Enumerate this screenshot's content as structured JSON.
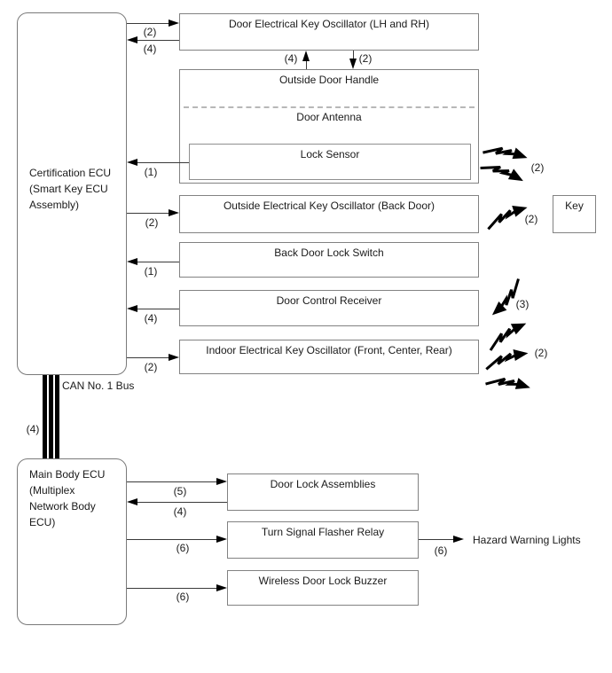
{
  "boxes": {
    "cert_ecu": "Certification ECU\n(Smart Key ECU\nAssembly)",
    "main_ecu": "Main Body ECU\n(Multiplex\nNetwork Body\nECU)",
    "door_key_oscillator": "Door Electrical Key Oscillator (LH and RH)",
    "outside_door_handle": "Outside Door Handle",
    "door_antenna": "Door Antenna",
    "lock_sensor": "Lock Sensor",
    "outside_key_oscillator_back": "Outside Electrical Key Oscillator (Back Door)",
    "back_door_lock_switch": "Back Door Lock Switch",
    "door_control_receiver": "Door Control Receiver",
    "indoor_key_oscillator": "Indoor Electrical Key Oscillator (Front, Center, Rear)",
    "key": "Key",
    "door_lock_assemblies": "Door Lock Assemblies",
    "turn_signal_flasher_relay": "Turn Signal Flasher Relay",
    "wireless_door_lock_buzzer": "Wireless Door Lock Buzzer"
  },
  "signals": {
    "door_osc_out": "(2)",
    "door_osc_in": "(4)",
    "handle_up": "(4)",
    "handle_down": "(2)",
    "lock_sensor_in": "(1)",
    "back_osc_out": "(2)",
    "back_switch_in": "(1)",
    "receiver_in": "(4)",
    "indoor_osc_out": "(2)",
    "door_lock_out": "(5)",
    "door_lock_in": "(4)",
    "turn_signal_out": "(6)",
    "buzzer_out": "(6)",
    "hazard_out": "(6)"
  },
  "rf": {
    "handle": "(2)",
    "back_door": "(2)",
    "receiver": "(3)",
    "indoor": "(2)"
  },
  "bus": {
    "label": "CAN No. 1 Bus",
    "count": "(4)"
  },
  "texts": {
    "hazard_warning_lights": "Hazard Warning Lights"
  },
  "colors": {
    "box_border": "#828282",
    "line": "#3a3a3a",
    "arrowhead": "#000000",
    "bolt": "#000000",
    "dashed_divider": "#b8b8b8",
    "background": "#ffffff"
  }
}
